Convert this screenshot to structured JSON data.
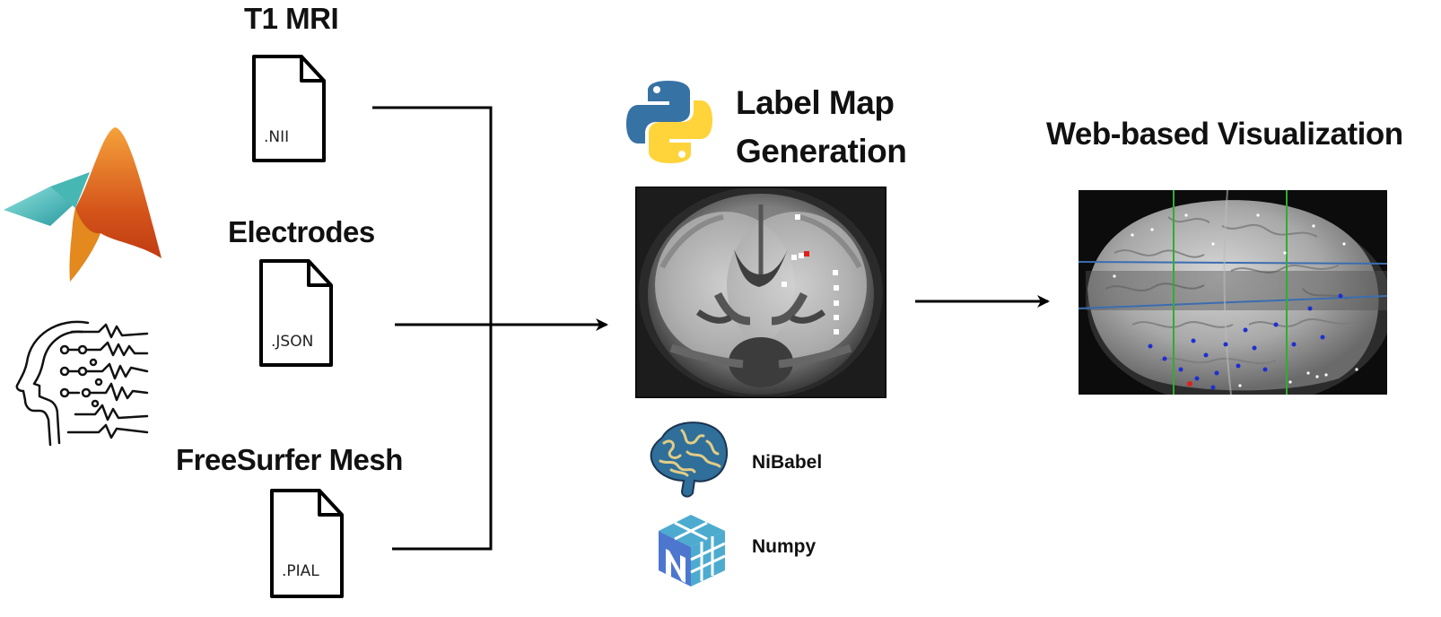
{
  "inputs": [
    {
      "title": "T1 MRI",
      "ext": ".NII"
    },
    {
      "title": "Electrodes",
      "ext": ".JSON"
    },
    {
      "title": "FreeSurfer Mesh",
      "ext": ".PIAL"
    }
  ],
  "label_map": {
    "title_line1": "Label Map",
    "title_line2": "Generation"
  },
  "libraries": [
    {
      "name": "NiBabel",
      "icon": "brain-icon"
    },
    {
      "name": "Numpy",
      "icon": "numpy-cube-icon"
    }
  ],
  "visualization": {
    "title": "Web-based Visualization"
  },
  "colors": {
    "line": "#000000",
    "python_blue": "#3772a4",
    "python_yellow": "#ffd43b",
    "numpy_blue": "#4d77cf",
    "numpy_light": "#4dabcf"
  }
}
